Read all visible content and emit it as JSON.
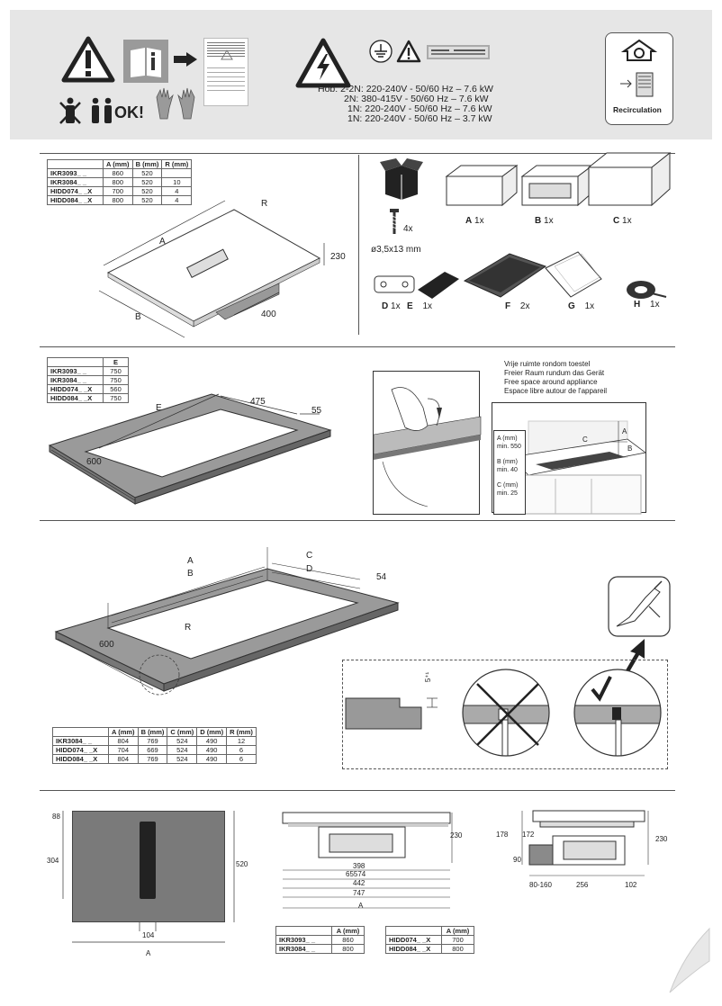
{
  "header": {
    "ok_text": "OK!",
    "hob_lines": [
      "Hob:  2-2N: 220-240V - 50/60 Hz – 7.6 kW",
      "2N: 380-415V - 50/60 Hz – 7.6 kW",
      "1N: 220-240V - 50/60 Hz – 7.6 kW",
      "1N: 220-240V - 50/60 Hz – 3.7 kW"
    ],
    "recirculation_label": "Recirculation"
  },
  "section1": {
    "table": {
      "headers": [
        "",
        "A (mm)",
        "B (mm)",
        "R (mm)"
      ],
      "rows": [
        [
          "IKR3093_ _",
          "860",
          "520",
          ""
        ],
        [
          "IKR3084_ _",
          "800",
          "520",
          "10"
        ],
        [
          "HIDD074_ _X",
          "700",
          "520",
          "4"
        ],
        [
          "HIDD084_ _X",
          "800",
          "520",
          "4"
        ]
      ]
    },
    "dims": {
      "A": "A",
      "B": "B",
      "R": "R",
      "h230": "230",
      "w400": "400"
    },
    "screws": {
      "qty": "4x",
      "size": "ø3,5x13 mm"
    },
    "parts": [
      {
        "id": "A",
        "qty": "1x"
      },
      {
        "id": "B",
        "qty": "1x"
      },
      {
        "id": "C",
        "qty": "1x"
      },
      {
        "id": "D",
        "qty": "1x"
      },
      {
        "id": "E",
        "qty": "1x"
      },
      {
        "id": "F",
        "qty": "2x"
      },
      {
        "id": "G",
        "qty": "1x"
      },
      {
        "id": "H",
        "qty": "1x"
      }
    ]
  },
  "section2": {
    "table": {
      "headers": [
        "",
        "E"
      ],
      "rows": [
        [
          "IKR3093_ _",
          "750"
        ],
        [
          "IKR3084_ _",
          "750"
        ],
        [
          "HIDD074_ _X",
          "560"
        ],
        [
          "HIDD084_ _X",
          "750"
        ]
      ]
    },
    "dims": {
      "E": "E",
      "d475": "475",
      "d55": "55",
      "d600": "600"
    },
    "free_space_lines": [
      "Vrije ruimte rondom toestel",
      "Freier Raum rundum das Gerät",
      "Free space around appliance",
      "Espace libre autour de l'appareil"
    ],
    "clearances": [
      {
        "label": "A (mm)",
        "value": "min. 550"
      },
      {
        "label": "B (mm)",
        "value": "min. 40"
      },
      {
        "label": "C (mm)",
        "value": "min. 25"
      }
    ],
    "room_labels": {
      "A": "A",
      "B": "B",
      "C": "C"
    }
  },
  "section3": {
    "dims": {
      "A": "A",
      "B": "B",
      "C": "C",
      "D": "D",
      "R": "R",
      "d54": "54",
      "d600": "600",
      "step": "5⁺¹"
    },
    "table": {
      "headers": [
        "",
        "A (mm)",
        "B (mm)",
        "C (mm)",
        "D (mm)",
        "R (mm)"
      ],
      "rows": [
        [
          "IKR3084_ _",
          "804",
          "769",
          "524",
          "490",
          "12"
        ],
        [
          "HIDD074_ _X",
          "704",
          "669",
          "524",
          "490",
          "6"
        ],
        [
          "HIDD084_ _X",
          "804",
          "769",
          "524",
          "490",
          "6"
        ]
      ]
    }
  },
  "section4": {
    "top_dims": {
      "d88": "88",
      "d304": "304",
      "d520": "520",
      "d104": "104",
      "A": "A"
    },
    "front_dims": {
      "d230": "230",
      "d398": "398",
      "d65574": "65574",
      "d442": "442",
      "d747": "747",
      "A": "A"
    },
    "side_dims": {
      "d178": "178",
      "d172": "172",
      "d230": "230",
      "d90": "90",
      "d80_160": "80-160",
      "d256": "256",
      "d102": "102"
    },
    "table_left": {
      "headers": [
        "",
        "A (mm)"
      ],
      "rows": [
        [
          "IKR3093_ _",
          "860"
        ],
        [
          "IKR3084_ _",
          "800"
        ]
      ]
    },
    "table_right": {
      "headers": [
        "",
        "A (mm)"
      ],
      "rows": [
        [
          "HIDD074_ _X",
          "700"
        ],
        [
          "HIDD084_ _X",
          "800"
        ]
      ]
    }
  }
}
